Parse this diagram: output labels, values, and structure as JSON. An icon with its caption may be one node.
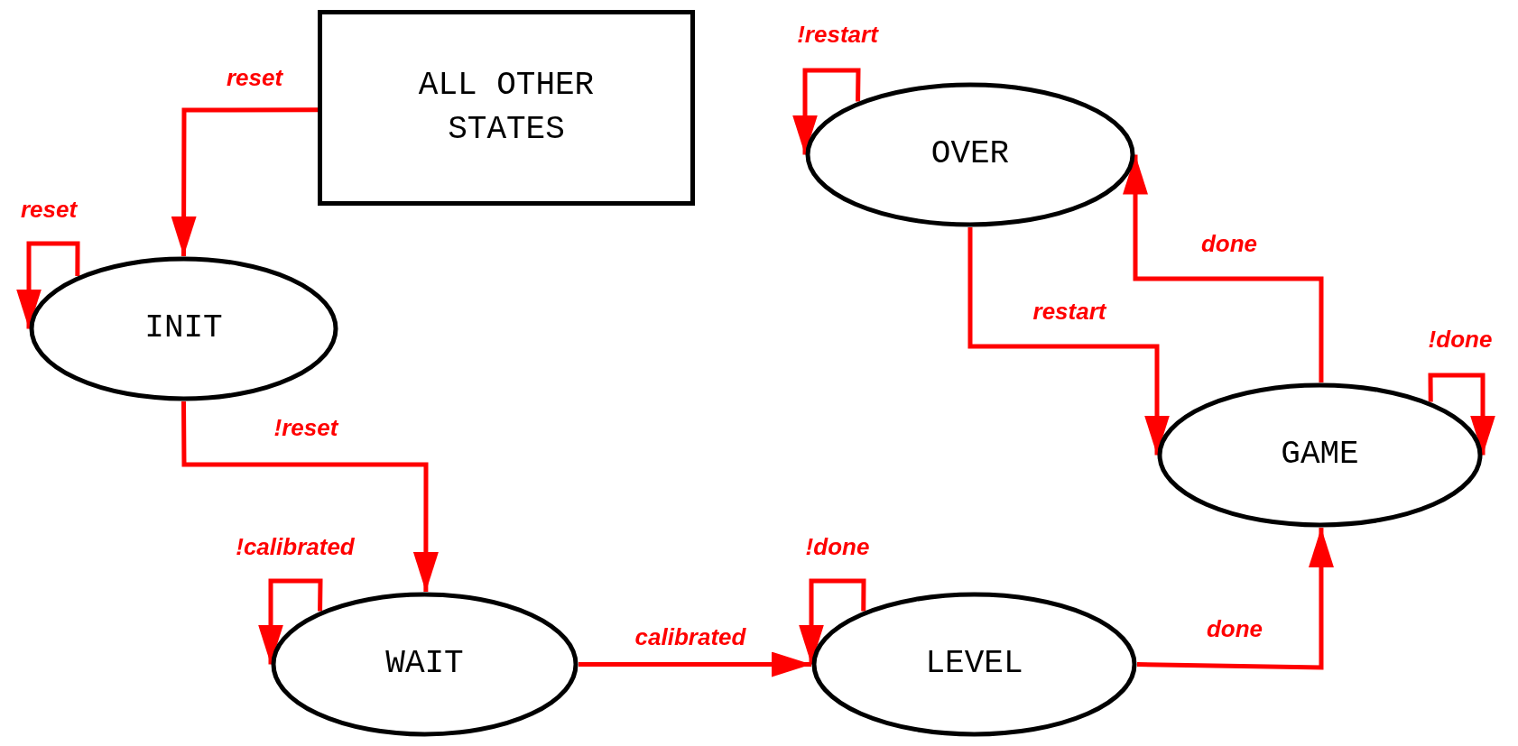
{
  "diagram": {
    "nodes": [
      {
        "text": [
          "ALL OTHER STATES"
        ]
      },
      {
        "text": [
          "OVER"
        ]
      },
      {
        "text": [
          "INIT"
        ]
      },
      {
        "text": [
          "GAME"
        ]
      },
      {
        "text": [
          "WAIT"
        ]
      },
      {
        "text": [
          "LEVEL"
        ]
      }
    ],
    "edges": [
      {
        "from": 0,
        "to": 2,
        "arrow": "to",
        "label": "reset"
      },
      {
        "from": 2,
        "to": 2,
        "arrow": "to",
        "label": "reset"
      },
      {
        "from": 2,
        "to": 4,
        "arrow": "to",
        "label": "!reset"
      },
      {
        "from": 4,
        "to": 4,
        "arrow": "to",
        "label": "!calibrated"
      },
      {
        "from": 4,
        "to": 5,
        "arrow": "to",
        "label": "calibrated"
      },
      {
        "from": 5,
        "to": 5,
        "arrow": "to",
        "label": "!done"
      },
      {
        "from": 5,
        "to": 3,
        "arrow": "to",
        "label": "done"
      },
      {
        "from": 3,
        "to": 1,
        "arrow": "to",
        "label": "done"
      },
      {
        "from": 1,
        "to": 3,
        "arrow": "to",
        "label": "restart"
      },
      {
        "from": 3,
        "to": 3,
        "arrow": "to",
        "label": "!done"
      },
      {
        "from": 1,
        "to": 1,
        "arrow": "to",
        "label": "!restart"
      }
    ]
  }
}
